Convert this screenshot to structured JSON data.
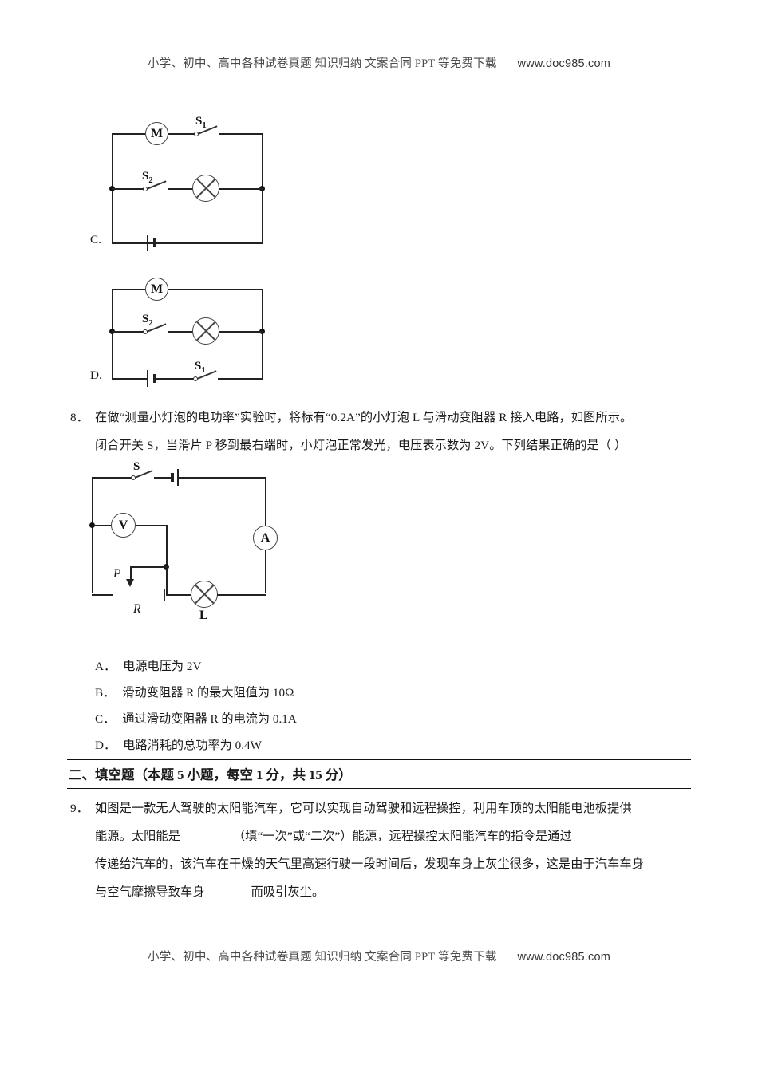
{
  "watermark": {
    "cn": "小学、初中、高中各种试卷真题  知识归纳  文案合同  PPT 等免费下载",
    "url": "www.doc985.com"
  },
  "choices_top": {
    "c_label": "C.",
    "d_label": "D."
  },
  "circuit_c": {
    "motor": "M",
    "switch1": "S",
    "switch1_sub": "1",
    "switch2": "S",
    "switch2_sub": "2"
  },
  "circuit_d": {
    "motor": "M",
    "switch1": "S",
    "switch1_sub": "1",
    "switch2": "S",
    "switch2_sub": "2"
  },
  "question8": {
    "number": "8．",
    "line1": "在做“测量小灯泡的电功率”实验时，将标有“0.2A”的小灯泡 L 与滑动变阻器 R 接入电路，如图所示。",
    "line2": "闭合开关 S，当滑片 P 移到最右端时，小灯泡正常发光，电压表示数为 2V。下列结果正确的是（       ）",
    "circuit": {
      "switch": "S",
      "voltmeter": "V",
      "ammeter": "A",
      "slider": "P",
      "rheostat": "R",
      "lamp": "L"
    },
    "options": [
      {
        "key": "A．",
        "text": "电源电压为 2V"
      },
      {
        "key": "B．",
        "text": "滑动变阻器 R 的最大阻值为 10Ω"
      },
      {
        "key": "C．",
        "text": "通过滑动变阻器 R 的电流为 0.1A"
      },
      {
        "key": "D．",
        "text": "电路消耗的总功率为 0.4W"
      }
    ]
  },
  "section2": {
    "title": "二、填空题（本题 5 小题，每空 1 分，共 15 分）"
  },
  "question9": {
    "number": "9．",
    "line1": "如图是一款无人驾驶的太阳能汽车，它可以实现自动驾驶和远程操控，利用车顶的太阳能电池板提供",
    "line2a": "能源。太阳能是",
    "line2b": "（填“一次”或“二次”）能源，远程操控太阳能汽车的指令是通过",
    "line3": "传递给汽车的，该汽车在干燥的天气里高速行驶一段时间后，发现车身上灰尘很多，这是由于汽车车身",
    "line4a": "与空气摩擦导致车身",
    "line4b": "而吸引灰尘。"
  }
}
